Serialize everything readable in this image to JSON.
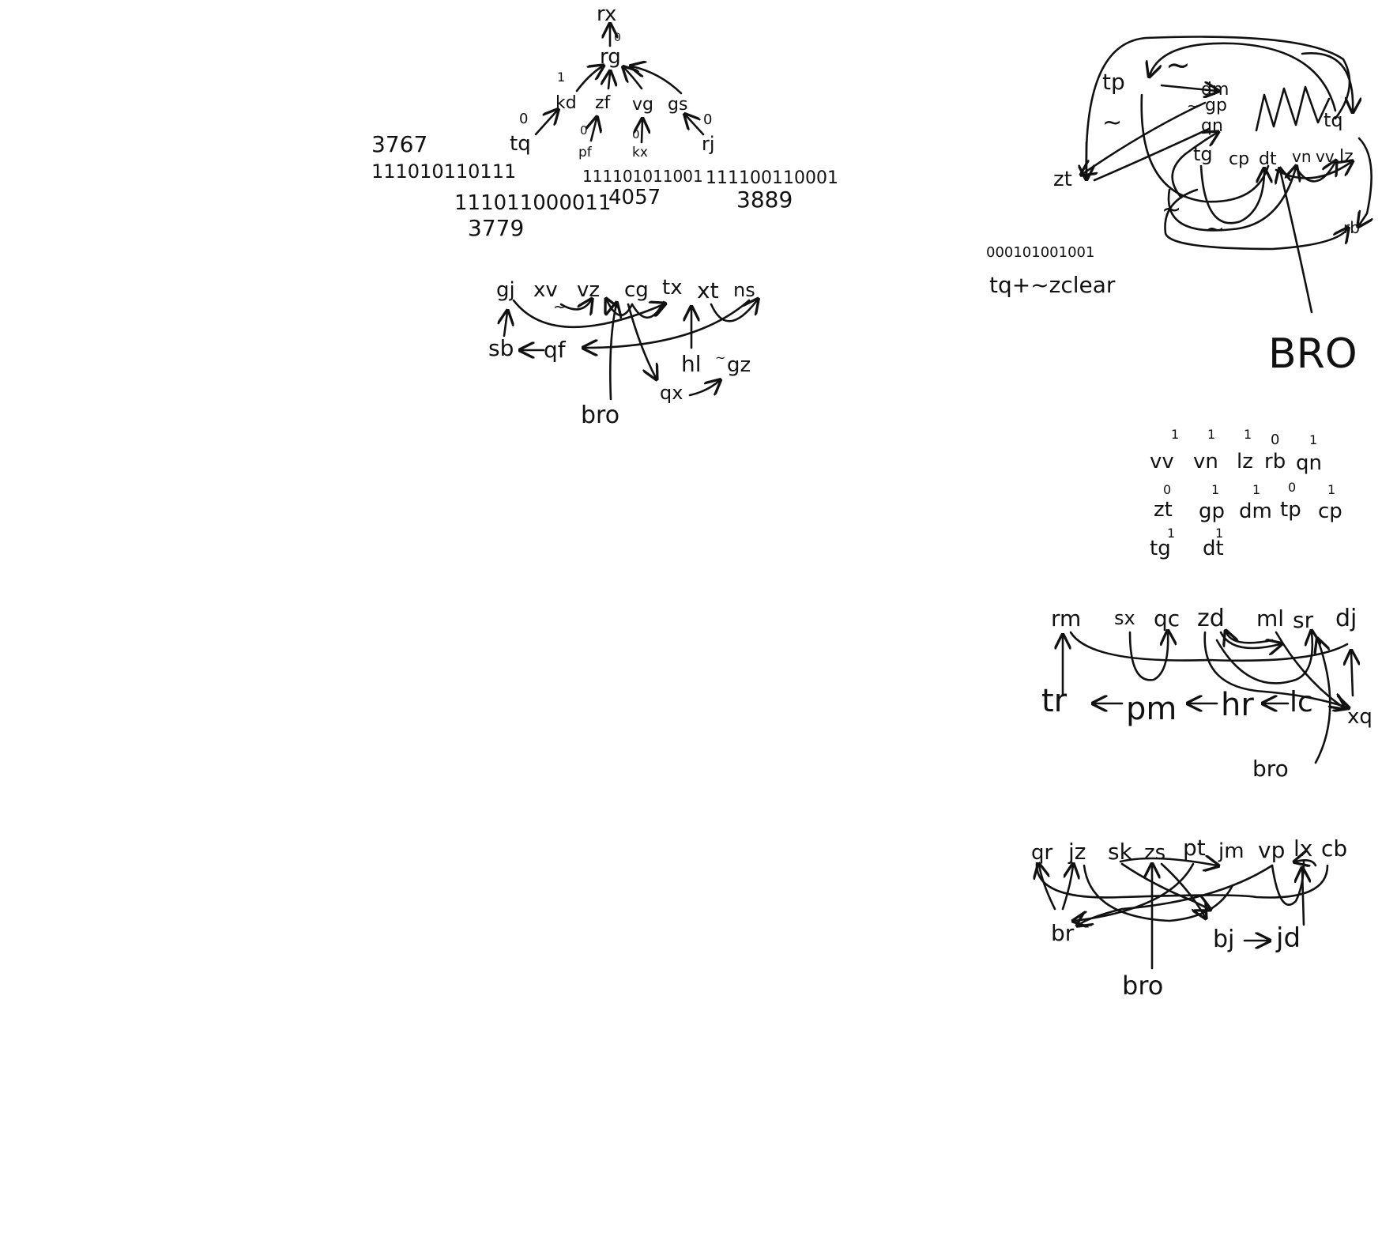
{
  "tree": {
    "nodes": {
      "rx": "rx",
      "rg": "rg",
      "kd": "kd",
      "zf": "zf",
      "vg": "vg",
      "gs": "gs",
      "tq": "tq",
      "pf": "pf",
      "kx": "kx",
      "rj": "rj"
    },
    "bits": {
      "root": "0",
      "kd": "1",
      "tq": "0",
      "pf": "0",
      "kx": "0",
      "rj": "0"
    },
    "numbers": {
      "n3767": "3767",
      "b1": "111010110111",
      "b2": "111101011001",
      "b3": "111100110001",
      "b4": "111011000011",
      "n4057": "4057",
      "n3889": "3889",
      "n3779": "3779"
    }
  },
  "chain1": {
    "top": [
      "gj",
      "xv",
      "vz",
      "cg",
      "tx",
      "xt",
      "ns"
    ],
    "sb": "sb",
    "qf": "qf",
    "hl": "hl",
    "gz": "gz",
    "qx": "qx",
    "bro": "bro"
  },
  "graph": {
    "tp": "tp",
    "dm": "dm",
    "gp": "gp",
    "qn": "qn",
    "zt": "zt",
    "tq": "tq",
    "tg": "tg",
    "cp": "cp",
    "dt": "dt",
    "vn": "vn",
    "vv": "vv",
    "lz": "lz",
    "rb": "rb",
    "bits": "000101001001",
    "note": "tq+~zclear",
    "title": "BRO"
  },
  "assign": {
    "rows": [
      [
        {
          "bit": "1",
          "name": "vv"
        },
        {
          "bit": "1",
          "name": "vn"
        },
        {
          "bit": "1",
          "name": "lz"
        },
        {
          "bit": "0",
          "name": "rb"
        },
        {
          "bit": "1",
          "name": "qn"
        }
      ],
      [
        {
          "bit": "0",
          "name": "zt"
        },
        {
          "bit": "1",
          "name": "gp"
        },
        {
          "bit": "1",
          "name": "dm"
        },
        {
          "bit": "0",
          "name": "tp"
        },
        {
          "bit": "1",
          "name": "cp"
        }
      ],
      [
        {
          "bit": "1",
          "name": "tg"
        },
        {
          "bit": "1",
          "name": "dt"
        }
      ]
    ]
  },
  "chain2": {
    "top": [
      "rm",
      "sx",
      "qc",
      "zd",
      "ml",
      "sr",
      "dj"
    ],
    "bottom": [
      "tr",
      "pm",
      "hr",
      "lc"
    ],
    "xq": "xq",
    "bro": "bro"
  },
  "chain3": {
    "top": [
      "qr",
      "jz",
      "sk",
      "zs",
      "pt",
      "jm",
      "vp",
      "lx",
      "cb"
    ],
    "br": "br",
    "bj": "bj",
    "jd": "jd",
    "bro": "bro"
  }
}
